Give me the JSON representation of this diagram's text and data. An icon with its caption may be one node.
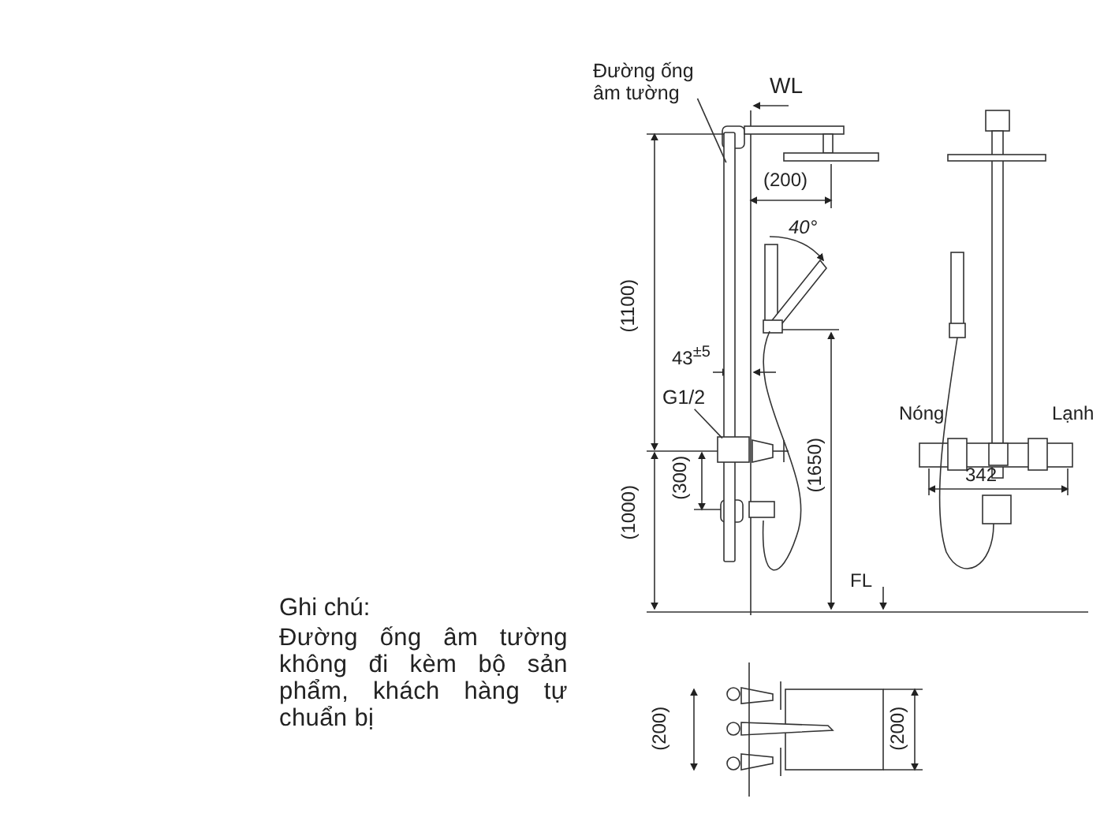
{
  "diagram": {
    "nodes": [
      {
        "text": [
          "Đường ống âm tường"
        ]
      },
      {
        "text": [
          "G1/2"
        ]
      },
      {
        "text": [],
        "shape": "bar"
      },
      {
        "text": [],
        "shape": "box"
      }
    ],
    "edges": [
      {
        "from": 0,
        "to": 2,
        "arrow": "none"
      },
      {
        "from": 1,
        "to": 3,
        "arrow": "none"
      }
    ],
    "labels": [
      "WL",
      "(200)",
      "40°",
      "(1100)",
      "43$^{±5}$",
      "(300)",
      "(1650)",
      "(1000)",
      "FL",
      "Nóng",
      "Lạnh",
      "342",
      "Ghi chú:",
      "Đường ống âm tường không đi kèm bộ sản phẩm, khách hàng tự chuẩn bị",
      "(200)",
      "(200)"
    ]
  }
}
